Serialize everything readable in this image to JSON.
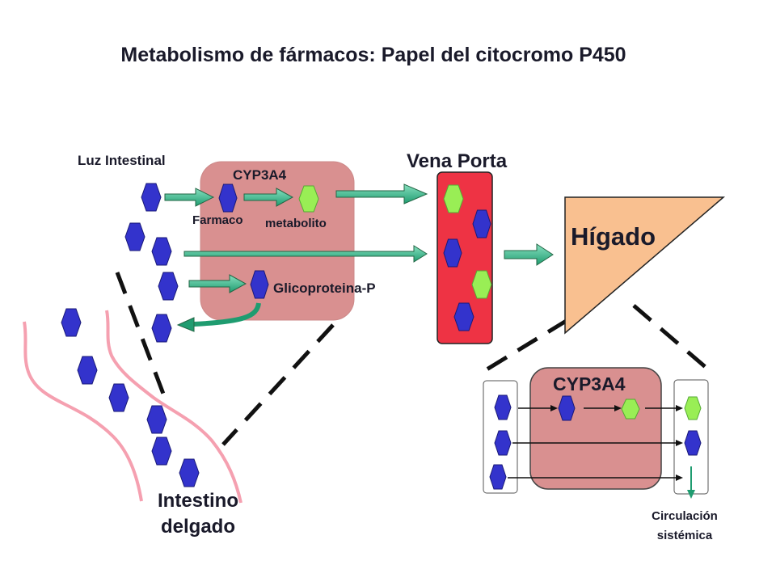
{
  "title": "Metabolismo de fármacos: Papel del citocromo P450",
  "labels": {
    "luz_intestinal": "Luz Intestinal",
    "cyp3a4_enterocyte": "CYP3A4",
    "farmaco": "Farmaco",
    "metabolito": "metabolito",
    "glicoproteina": "Glicoproteina-P",
    "vena_porta": "Vena Porta",
    "higado": "Hígado",
    "cyp3a4_hepatocyte": "CYP3A4",
    "intestino_line1": "Intestino",
    "intestino_line2": "delgado",
    "circulacion_line1": "Circulación",
    "circulacion_line2": "sistémica"
  },
  "colors": {
    "drug": "#3333cc",
    "metabolite": "#99ee55",
    "cell": "#d99090",
    "vein": "#ee3344",
    "liver": "#f9c090",
    "arrow": "#33bb88",
    "gut_wall": "#f5a0b0",
    "outline": "#222222"
  },
  "icons": {
    "drug_molecule": "blue-hexagon",
    "metabolite_molecule": "green-hexagon"
  }
}
